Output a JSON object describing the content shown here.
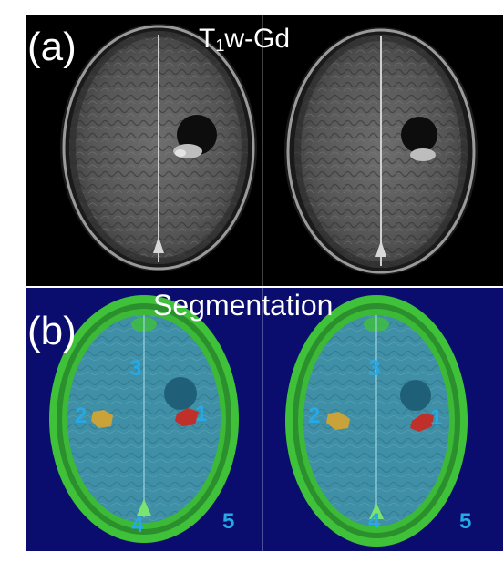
{
  "panel_a": {
    "letter": "(a)",
    "title_main": "T",
    "title_sub": "1",
    "title_rest": "w-Gd"
  },
  "panel_b": {
    "letter": "(b)",
    "title": "Segmentation"
  },
  "left_slice_labels": [
    "3",
    "2",
    "1",
    "4",
    "5"
  ],
  "right_slice_labels": [
    "3",
    "2",
    "1",
    "4",
    "5"
  ],
  "colors": {
    "panel_a_background": "#000000",
    "panel_b_background": "#0b0d6e",
    "brain_tissue": "#3f8fa6",
    "skull_ring": "#3fc13a",
    "region_yellow": "#c9a23a",
    "region_red": "#c0302a",
    "label_text": "#27a9e6"
  }
}
